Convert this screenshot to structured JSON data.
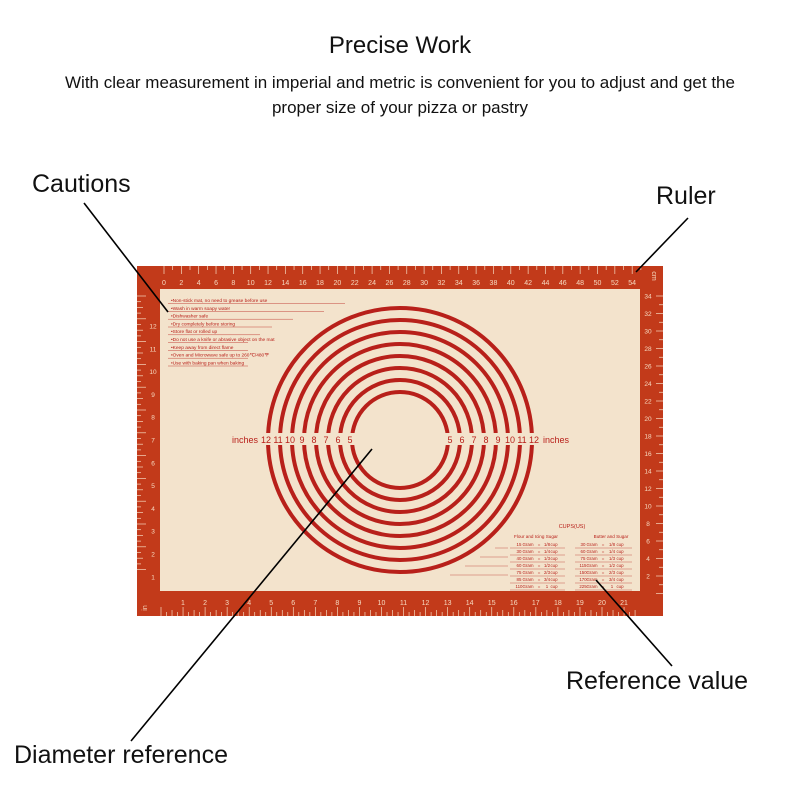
{
  "header": {
    "title": "Precise Work",
    "subtitle": "With clear measurement in imperial and metric is convenient for you to adjust and get the proper size of your pizza or pastry"
  },
  "callouts": {
    "cautions": "Cautions",
    "ruler": "Ruler",
    "reference_value": "Reference value",
    "diameter_reference": "Diameter reference"
  },
  "mat": {
    "colors": {
      "border": "#c23a1a",
      "surface": "#f3e3cc",
      "line": "#b8201a",
      "tick": "#f6d9c0"
    },
    "top_ruler": {
      "unit": "cm",
      "labels": [
        "0",
        "2",
        "4",
        "6",
        "8",
        "10",
        "12",
        "14",
        "16",
        "18",
        "20",
        "22",
        "24",
        "26",
        "28",
        "30",
        "32",
        "34",
        "36",
        "38",
        "40",
        "42",
        "44",
        "46",
        "48",
        "50",
        "52",
        "54"
      ]
    },
    "right_ruler": {
      "labels": [
        "34",
        "32",
        "30",
        "28",
        "26",
        "24",
        "22",
        "20",
        "18",
        "16",
        "14",
        "12",
        "10",
        "8",
        "6",
        "4",
        "2"
      ]
    },
    "left_ruler": {
      "labels": [
        "12",
        "11",
        "10",
        "9",
        "8",
        "7",
        "6",
        "5",
        "4",
        "3",
        "2",
        "1"
      ]
    },
    "bottom_ruler": {
      "unit": "in",
      "labels": [
        "1",
        "2",
        "3",
        "4",
        "5",
        "6",
        "7",
        "8",
        "9",
        "10",
        "11",
        "12",
        "13",
        "14",
        "15",
        "16",
        "17",
        "18",
        "19",
        "20",
        "21"
      ]
    },
    "cautions": [
      "Non-stick mat, no need to grease before use",
      "Wash in warm soapy water",
      "Dishwasher safe",
      "Dry completely before storing",
      "Store flat or rolled up",
      "Do not use a knife or abrasive object on the mat",
      "Keep away from direct flame",
      "Oven and Microwave safe up to 260℃/480℉",
      "Use with baking pan when baking"
    ],
    "circles": {
      "unit": "inches",
      "left_labels": [
        "12",
        "11",
        "10",
        "9",
        "8",
        "7",
        "6",
        "5"
      ],
      "right_labels": [
        "5",
        "6",
        "7",
        "8",
        "9",
        "10",
        "11",
        "12"
      ]
    },
    "cups_table": {
      "title": "CUPS(US)",
      "left_heading": "Flour and Icing Sugar",
      "right_heading": "Butter and Sugar",
      "left_rows": [
        [
          "15",
          "Gram",
          "=",
          "1/8",
          "cup"
        ],
        [
          "30",
          "Gram",
          "=",
          "1/4",
          "cup"
        ],
        [
          "40",
          "Gram",
          "=",
          "1/3",
          "cup"
        ],
        [
          "60",
          "Gram",
          "=",
          "1/2",
          "cup"
        ],
        [
          "75",
          "Gram",
          "=",
          "2/3",
          "cup"
        ],
        [
          "85",
          "Gram",
          "=",
          "3/4",
          "cup"
        ],
        [
          "110",
          "Gram",
          "=",
          "1",
          "cup"
        ]
      ],
      "right_rows": [
        [
          "30",
          "Gram",
          "=",
          "1/8",
          "cup"
        ],
        [
          "60",
          "Gram",
          "=",
          "1/4",
          "cup"
        ],
        [
          "75",
          "Gram",
          "=",
          "1/3",
          "cup"
        ],
        [
          "115",
          "Gram",
          "=",
          "1/2",
          "cup"
        ],
        [
          "150",
          "Gram",
          "=",
          "2/3",
          "cup"
        ],
        [
          "170",
          "Gram",
          "=",
          "3/4",
          "cup"
        ],
        [
          "225",
          "Gram",
          "=",
          "1",
          "cup"
        ]
      ]
    }
  }
}
